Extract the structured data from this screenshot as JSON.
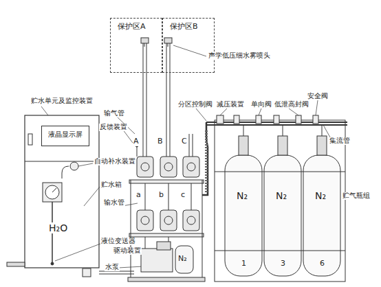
{
  "diagram": {
    "nodes": [
      {
        "text": [
          "保护区A"
        ]
      },
      {
        "text": [
          "保护区B"
        ]
      },
      {
        "text": [
          "液晶显示屏"
        ]
      }
    ],
    "labels": [
      "声学低压细水雾喷头",
      "贮水单元及监控装置",
      "输气管",
      "反馈装置",
      "自动补水装置",
      "贮水箱",
      "H₂O",
      "输水管",
      "液位变送器",
      "驱动装置",
      "水泵",
      "N₂",
      "A",
      "B",
      "C",
      "a",
      "b",
      "c",
      "分区控制阀",
      "减压装置",
      "单向阀",
      "低泄高封阀",
      "安全阀",
      "集流管",
      "N₂",
      "N₂",
      "N₂",
      "1",
      "3",
      "6",
      "贮气瓶组"
    ]
  }
}
